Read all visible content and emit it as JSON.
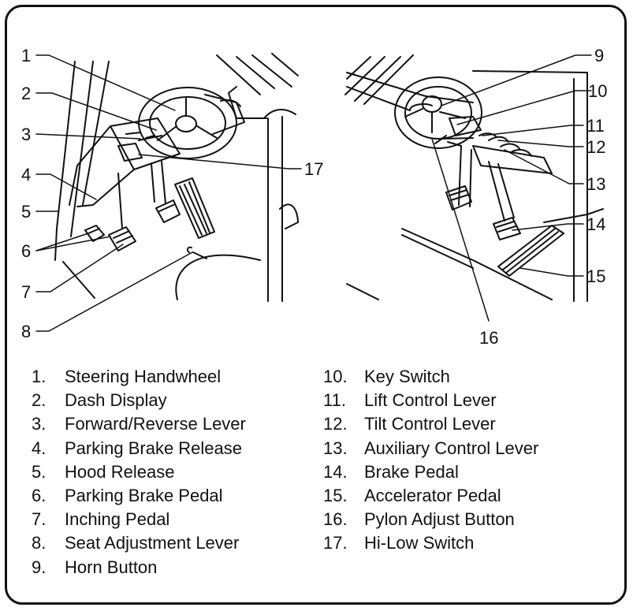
{
  "callouts": {
    "c1": "1",
    "c2": "2",
    "c3": "3",
    "c4": "4",
    "c5": "5",
    "c6": "6",
    "c7": "7",
    "c8": "8",
    "c9": "9",
    "c10": "10",
    "c11": "11",
    "c12": "12",
    "c13": "13",
    "c14": "14",
    "c15": "15",
    "c16": "16",
    "c17": "17"
  },
  "legend_left": [
    {
      "num": "1.",
      "label": "Steering Handwheel"
    },
    {
      "num": "2.",
      "label": "Dash Display"
    },
    {
      "num": "3.",
      "label": "Forward/Reverse Lever"
    },
    {
      "num": "4.",
      "label": "Parking Brake Release"
    },
    {
      "num": "5.",
      "label": "Hood Release"
    },
    {
      "num": "6.",
      "label": "Parking Brake Pedal"
    },
    {
      "num": "7.",
      "label": "Inching Pedal"
    },
    {
      "num": "8.",
      "label": "Seat Adjustment Lever"
    },
    {
      "num": "9.",
      "label": "Horn Button"
    }
  ],
  "legend_right": [
    {
      "num": "10.",
      "label": "Key Switch"
    },
    {
      "num": "11.",
      "label": "Lift Control Lever"
    },
    {
      "num": "12.",
      "label": "Tilt Control Lever"
    },
    {
      "num": "13.",
      "label": "Auxiliary Control Lever"
    },
    {
      "num": "14.",
      "label": "Brake Pedal"
    },
    {
      "num": "15.",
      "label": "Accelerator Pedal"
    },
    {
      "num": "16.",
      "label": "Pylon Adjust Button"
    },
    {
      "num": "17.",
      "label": "Hi-Low Switch"
    }
  ]
}
